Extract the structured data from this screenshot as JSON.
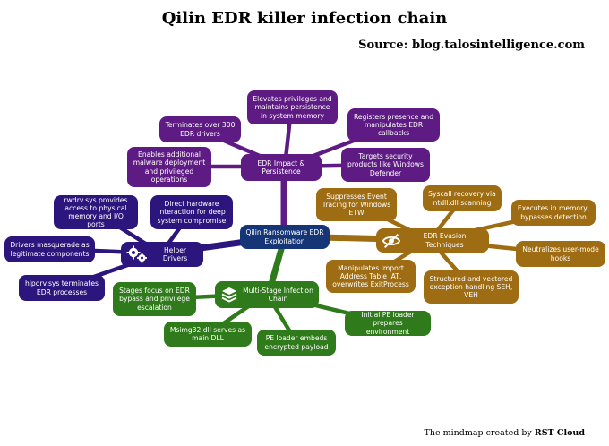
{
  "title": "Qilin EDR killer infection chain",
  "source": "Source: blog.talosintelligence.com",
  "credit": {
    "prefix": "The mindmap created by ",
    "brand": "RST Cloud"
  },
  "colors": {
    "root": "#153576",
    "purple": "#5e1b83",
    "indigo": "#2c167e",
    "gold": "#9e6c12",
    "green": "#2f7a1a"
  },
  "root": {
    "label": "Qilin Ransomware EDR Exploitation"
  },
  "branches": {
    "impact": {
      "label": "EDR Impact & Persistence",
      "children": [
        "Elevates privileges and maintains persistence in system memory",
        "Terminates over 300 EDR drivers",
        "Registers presence and manipulates EDR callbacks",
        "Enables additional malware deployment and privileged operations",
        "Targets security products like Windows Defender"
      ]
    },
    "evasion": {
      "label": "EDR Evasion Techniques",
      "icon": "eye-slash-icon",
      "children": [
        "Suppresses Event Tracing for Windows ETW",
        "Syscall recovery via ntdll.dll scanning",
        "Executes in memory, bypasses detection",
        "Neutralizes user-mode hooks",
        "Structured and vectored exception handling SEH, VEH",
        "Manipulates Import Address Table IAT, overwrites ExitProcess"
      ]
    },
    "drivers": {
      "label": "Helper Drivers",
      "icon": "gears-icon",
      "children": [
        "rwdrv.sys provides access to physical memory and I/O ports",
        "Direct hardware interaction for deep system compromise",
        "Drivers masquerade as legitimate components",
        "hlpdrv.sys terminates EDR processes"
      ]
    },
    "chain": {
      "label": "Multi-Stage Infection Chain",
      "icon": "layers-icon",
      "children": [
        "Stages focus on EDR bypass and privilege escalation",
        "Msimg32.dll serves as main DLL",
        "PE loader embeds encrypted payload",
        "Initial PE loader prepares environment"
      ]
    }
  }
}
